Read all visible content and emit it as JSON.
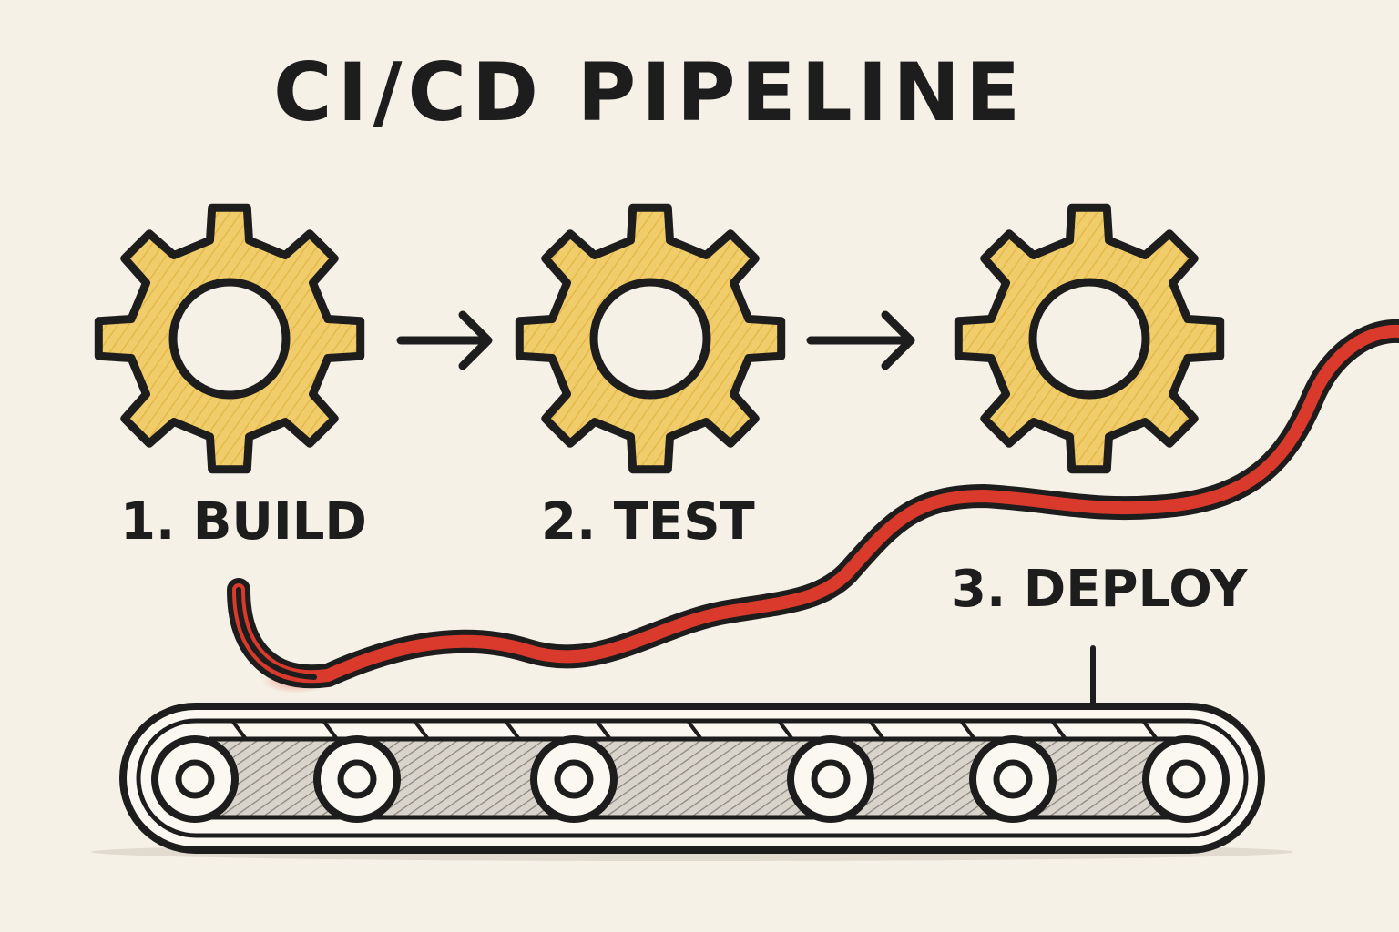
{
  "title": "CI/CD PIPELINE",
  "stages": [
    {
      "label": "1. BUILD",
      "icon": "gear-icon"
    },
    {
      "label": "2. TEST",
      "icon": "gear-icon"
    },
    {
      "label": "3. DEPLOY",
      "icon": "gear-icon"
    }
  ],
  "connectors": [
    "arrow-icon",
    "arrow-icon"
  ],
  "conveyor": {
    "icon": "conveyor-belt-icon",
    "roller_count": 6
  },
  "flow_line": {
    "icon": "red-flow-line",
    "color": "#d93a2b"
  },
  "colors": {
    "background": "#f6f1e6",
    "gear_fill": "#f0cd6a",
    "outline": "#1d1d1d",
    "accent": "#d93a2b"
  }
}
